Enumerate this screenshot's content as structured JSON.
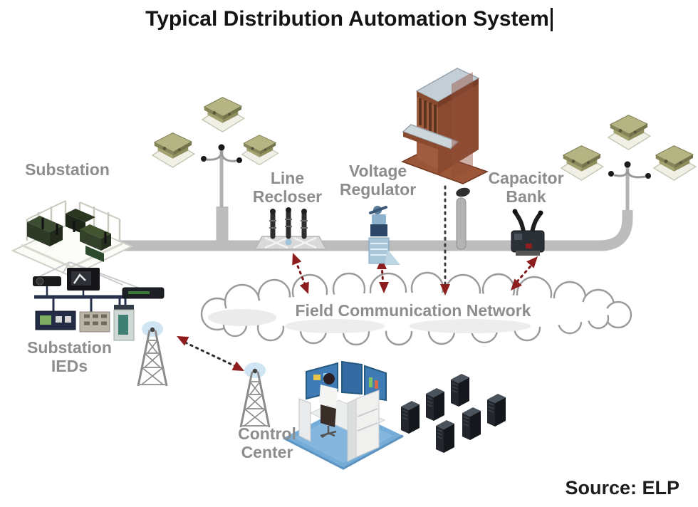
{
  "title": "Typical Distribution Automation System",
  "source_note": "Source: ELP",
  "cloud": {
    "label": "Field Communication Network"
  },
  "nodes": {
    "substation": {
      "label": "Substation"
    },
    "line_recloser": {
      "label": "Line\nRecloser"
    },
    "voltage_regulator": {
      "label": "Voltage\nRegulator"
    },
    "capacitor_bank": {
      "label": "Capacitor\nBank"
    },
    "substation_ieds": {
      "label": "Substation\nIEDs"
    },
    "control_center": {
      "label": "Control\nCenter"
    }
  },
  "icons": {
    "houses": "cluster of three olive isometric houses on a distribution pole",
    "substation": "isometric substation equipment on white lattice platform",
    "line_recloser": "three dark bushings on gray bracket mounted on feeder line",
    "voltage_regulator": "blue pole-mounted regulator on feeder line",
    "capacitor_bank": "dark pole-top capacitor bank with two risers",
    "building": "brown isometric multi-story commercial building",
    "pole_device": "gray pole-mounted sensor beside building",
    "cloud": "scalloped communication cloud",
    "radio_tower": "lattice radio tower with light-blue signal halo",
    "control_center": "operator cubicle with blue monitors on blue floor",
    "server_racks": "six dark isometric server cabinets",
    "arrows": "red dashed bidirectional communication links"
  },
  "colors": {
    "title_text": "#141414",
    "label_text": "#8d8d8d",
    "feeder_line": "#bcbcbc",
    "arrow_red": "#8e1d1d",
    "link_dash_dark": "#2e2e2e",
    "house_olive": "#a7a772",
    "building_brown": "#9a5636",
    "cloud_outline": "#9a9a9a",
    "screen_blue": "#3f7cb5",
    "floor_blue": "#76acd8",
    "ied_bus_navy": "#26304a"
  }
}
